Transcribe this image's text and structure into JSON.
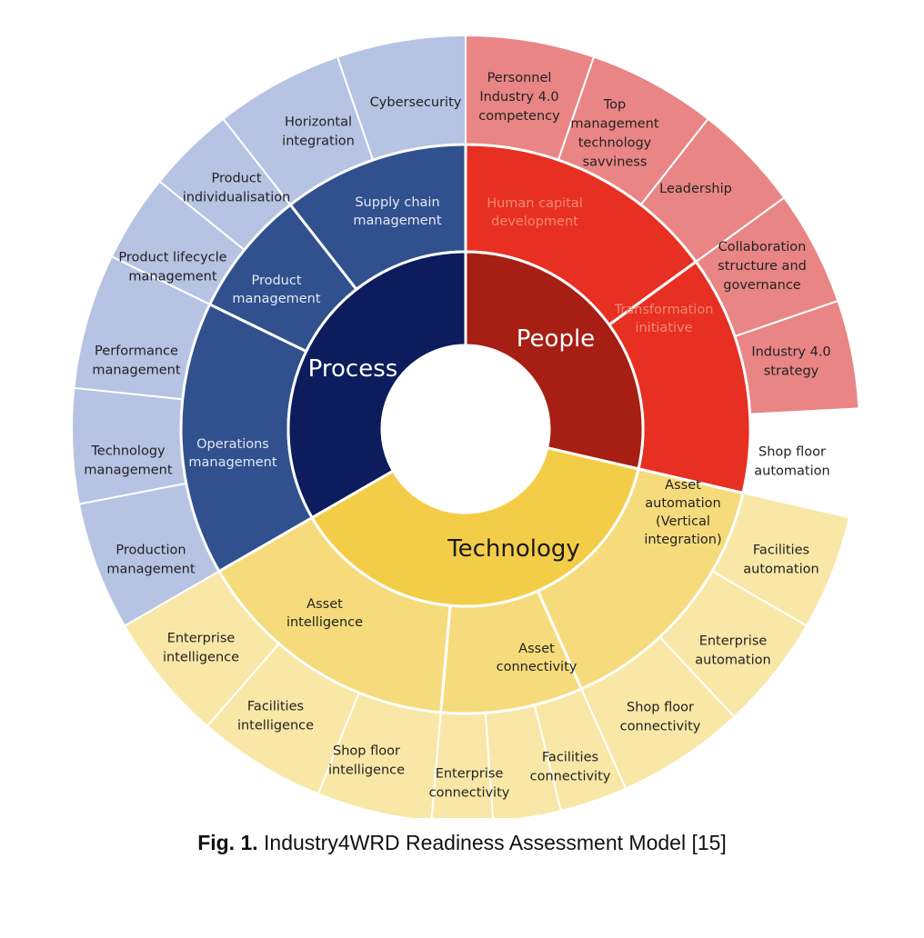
{
  "colors": {
    "process_core": "#0c1c5c",
    "process_mid": "#31508e",
    "process_outer": "#b6c3e3",
    "process_mid_text": "#e3e9f6",
    "people_core": "#a61e14",
    "people_mid": "#e73022",
    "people_outer": "#e98585",
    "people_mid_text": "#f08a72",
    "tech_core": "#f4cd48",
    "tech_mid": "#f6db7c",
    "tech_outer": "#f8e7a6",
    "core_text_light": "#ffffff",
    "core_text_dark": "#1a1a1a",
    "outer_text": "#222222",
    "separator": "#ffffff"
  },
  "diagram": {
    "pillars": [
      {
        "name": "People",
        "label": "People",
        "color_key": "people",
        "blocks": [
          {
            "lines": [
              "Human capital",
              "development"
            ],
            "dimensions": [
              {
                "lines": [
                  "Personnel",
                  "Industry 4.0",
                  "competency"
                ]
              },
              {
                "lines": [
                  "Top",
                  "management",
                  "technology",
                  "savviness"
                ]
              }
            ]
          },
          {
            "lines": [
              "Transformation",
              "initiative"
            ],
            "dimensions": [
              {
                "lines": [
                  "Leadership"
                ]
              },
              {
                "lines": [
                  "Collaboration",
                  "structure and",
                  "governance"
                ]
              },
              {
                "lines": [
                  "Industry 4.0",
                  "strategy"
                ]
              }
            ]
          }
        ]
      },
      {
        "name": "Technology",
        "label": "Technology",
        "color_key": "tech",
        "blocks": [
          {
            "lines": [
              "Asset",
              "automation",
              "(Vertical",
              "integration)"
            ],
            "dimensions": [
              {
                "lines": [
                  "Shop floor",
                  "automation"
                ]
              },
              {
                "lines": [
                  "Facilities",
                  "automation"
                ]
              },
              {
                "lines": [
                  "Enterprise",
                  "automation"
                ]
              }
            ]
          },
          {
            "lines": [
              "Asset",
              "connectivity"
            ],
            "dimensions": [
              {
                "lines": [
                  "Shop floor",
                  "connectivity"
                ]
              },
              {
                "lines": [
                  "Facilities",
                  "connectivity"
                ]
              },
              {
                "lines": [
                  "Enterprise",
                  "connectivity"
                ]
              }
            ]
          },
          {
            "lines": [
              "Asset",
              "intelligence"
            ],
            "dimensions": [
              {
                "lines": [
                  "Shop floor",
                  "intelligence"
                ]
              },
              {
                "lines": [
                  "Facilities",
                  "intelligence"
                ]
              },
              {
                "lines": [
                  "Enterprise",
                  "intelligence"
                ]
              }
            ]
          }
        ]
      },
      {
        "name": "Process",
        "label": "Process",
        "color_key": "process",
        "blocks": [
          {
            "lines": [
              "Operations",
              "management"
            ],
            "dimensions": [
              {
                "lines": [
                  "Production",
                  "management"
                ]
              },
              {
                "lines": [
                  "Technology",
                  "management"
                ]
              },
              {
                "lines": [
                  "Performance",
                  "management"
                ]
              }
            ]
          },
          {
            "lines": [
              "Product",
              "management"
            ],
            "dimensions": [
              {
                "lines": [
                  "Product lifecycle",
                  "management"
                ]
              },
              {
                "lines": [
                  "Product",
                  "individualisation"
                ]
              }
            ]
          },
          {
            "lines": [
              "Supply chain",
              "management"
            ],
            "dimensions": [
              {
                "lines": [
                  "Horizontal",
                  "integration"
                ]
              },
              {
                "lines": [
                  "Cybersecurity"
                ]
              }
            ]
          }
        ]
      }
    ]
  },
  "caption": {
    "label": "Fig. 1.",
    "text": " Industry4WRD Readiness Assessment Model [15]"
  }
}
